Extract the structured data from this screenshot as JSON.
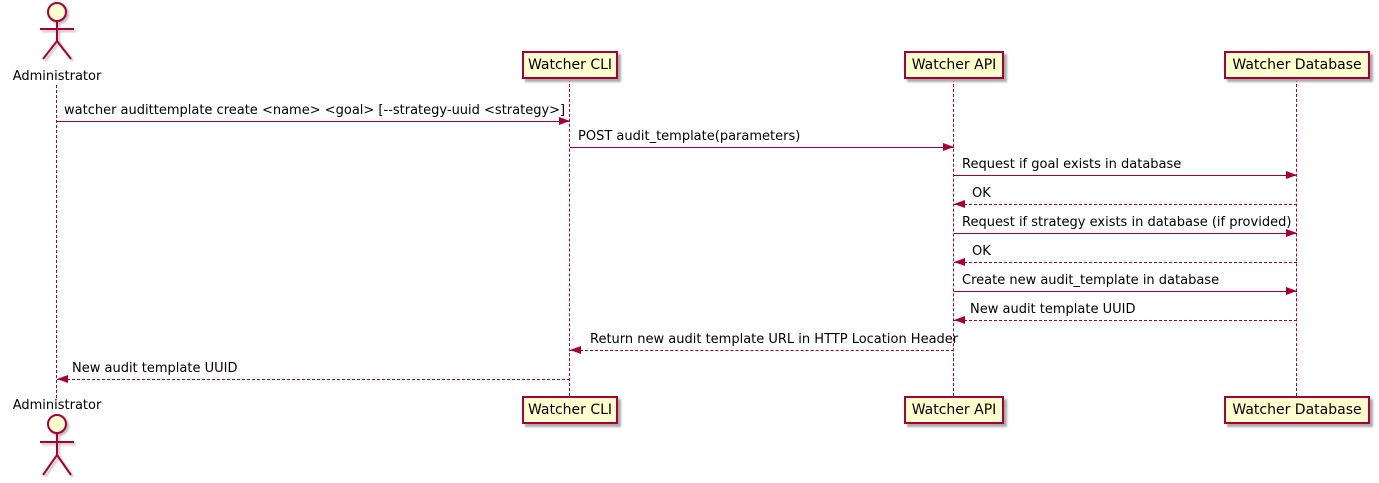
{
  "diagram": {
    "type": "uml-sequence",
    "colors": {
      "line": "#A80036",
      "participant_fill": "#FEFECE",
      "participant_border": "#A80036",
      "text": "#000000",
      "background": "#FFFFFF"
    },
    "participants": [
      {
        "name": "Administrator",
        "kind": "actor"
      },
      {
        "name": "Watcher CLI",
        "kind": "participant"
      },
      {
        "name": "Watcher API",
        "kind": "participant"
      },
      {
        "name": "Watcher Database",
        "kind": "participant"
      }
    ],
    "messages": [
      {
        "from": "Administrator",
        "to": "Watcher CLI",
        "label": "watcher audittemplate create <name> <goal> [--strategy-uuid <strategy>]",
        "line": "solid",
        "direction": "right"
      },
      {
        "from": "Watcher CLI",
        "to": "Watcher API",
        "label": "POST audit_template(parameters)",
        "line": "solid",
        "direction": "right"
      },
      {
        "from": "Watcher API",
        "to": "Watcher Database",
        "label": "Request if goal exists in database",
        "line": "solid",
        "direction": "right"
      },
      {
        "from": "Watcher Database",
        "to": "Watcher API",
        "label": "OK",
        "line": "dashed",
        "direction": "left"
      },
      {
        "from": "Watcher API",
        "to": "Watcher Database",
        "label": "Request if strategy exists in database (if provided)",
        "line": "solid",
        "direction": "right"
      },
      {
        "from": "Watcher Database",
        "to": "Watcher API",
        "label": "OK",
        "line": "dashed",
        "direction": "left"
      },
      {
        "from": "Watcher API",
        "to": "Watcher Database",
        "label": "Create new audit_template in database",
        "line": "solid",
        "direction": "right"
      },
      {
        "from": "Watcher Database",
        "to": "Watcher API",
        "label": "New audit template UUID",
        "line": "dashed",
        "direction": "left"
      },
      {
        "from": "Watcher API",
        "to": "Watcher CLI",
        "label": "Return new audit template URL in HTTP Location Header",
        "line": "dashed",
        "direction": "left"
      },
      {
        "from": "Watcher CLI",
        "to": "Administrator",
        "label": "New audit template UUID",
        "line": "dashed",
        "direction": "left"
      }
    ]
  }
}
